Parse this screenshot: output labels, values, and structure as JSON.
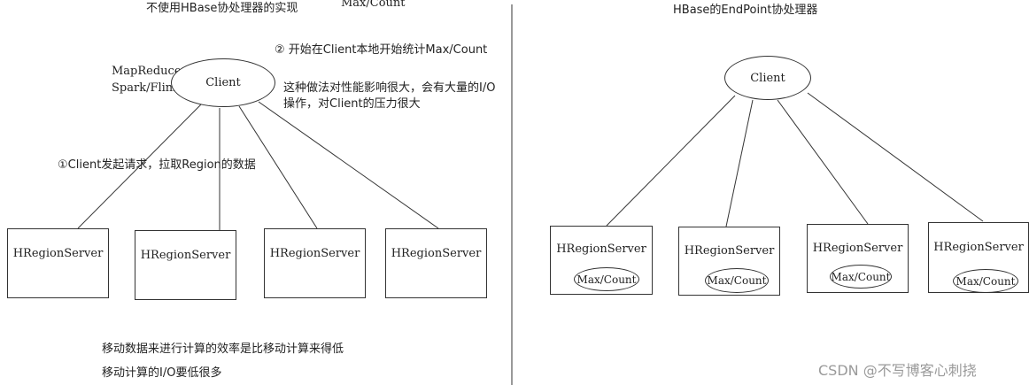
{
  "left": {
    "title": "不使用HBase协处理器的实现",
    "top_label": "Max/Count",
    "step2": "② 开始在Client本地开始统计Max/Count",
    "frameworks": [
      "MapReduce",
      "Spark/Flink"
    ],
    "client": "Client",
    "note_lines": [
      "这种做法对性能影响很大，会有大量的I/O",
      "操作，对Client的压力很大"
    ],
    "step1": "①Client发起请求，拉取Region的数据",
    "servers": [
      "HRegionServer",
      "HRegionServer",
      "HRegionServer",
      "HRegionServer"
    ],
    "bottom_lines": [
      "移动数据来进行计算的效率是比移动计算来得低",
      "移动计算的I/O要低很多"
    ]
  },
  "right": {
    "title": "HBase的EndPoint协处理器",
    "client": "Client",
    "servers": [
      {
        "name": "HRegionServer",
        "inner": "Max/Count"
      },
      {
        "name": "HRegionServer",
        "inner": "Max/Count"
      },
      {
        "name": "HRegionServer",
        "inner": "Max/Count"
      },
      {
        "name": "HRegionServer",
        "inner": "Max/Count"
      }
    ]
  },
  "watermark": "CSDN @不写博客心刺挠"
}
